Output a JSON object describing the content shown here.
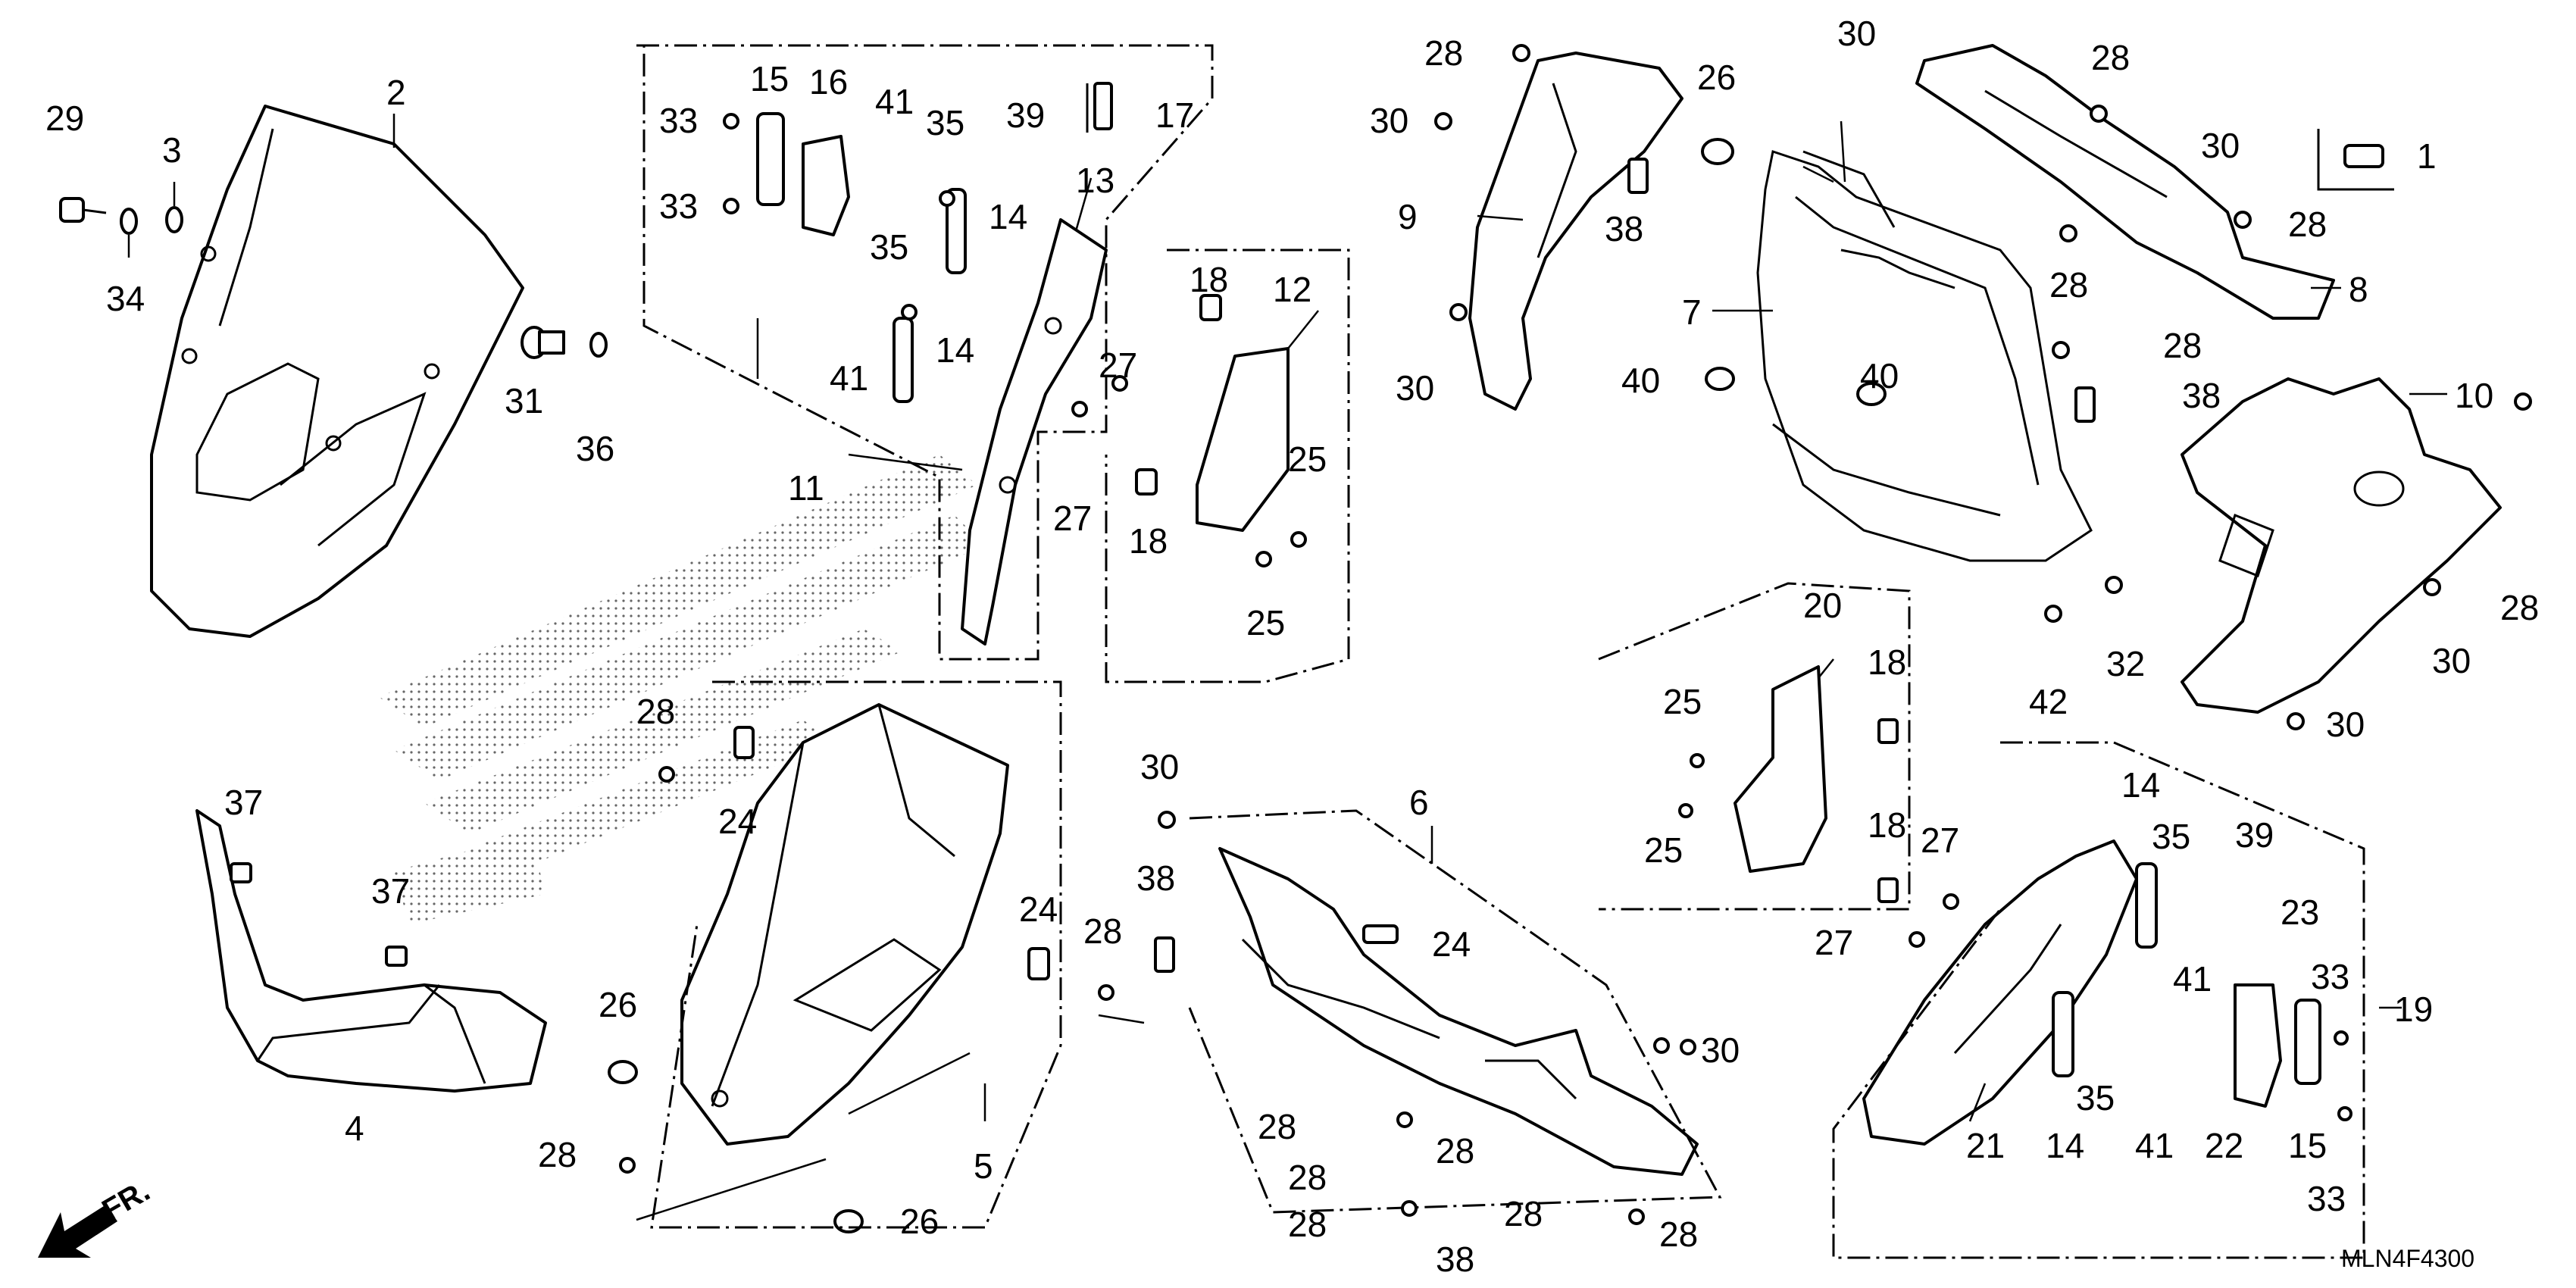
{
  "diagram": {
    "type": "exploded-parts-diagram",
    "reference_code": "MLN4F4300",
    "direction_label": "FR.",
    "callouts": [
      {
        "id": "c1",
        "text": "1"
      },
      {
        "id": "c2",
        "text": "2"
      },
      {
        "id": "c3",
        "text": "3"
      },
      {
        "id": "c4",
        "text": "4"
      },
      {
        "id": "c5",
        "text": "5"
      },
      {
        "id": "c6",
        "text": "6"
      },
      {
        "id": "c7",
        "text": "7"
      },
      {
        "id": "c8",
        "text": "8"
      },
      {
        "id": "c9",
        "text": "9"
      },
      {
        "id": "c10",
        "text": "10"
      },
      {
        "id": "c11",
        "text": "11"
      },
      {
        "id": "c12",
        "text": "12"
      },
      {
        "id": "c13",
        "text": "13"
      },
      {
        "id": "c14a",
        "text": "14"
      },
      {
        "id": "c14b",
        "text": "14"
      },
      {
        "id": "c14c",
        "text": "14"
      },
      {
        "id": "c14d",
        "text": "14"
      },
      {
        "id": "c15a",
        "text": "15"
      },
      {
        "id": "c15b",
        "text": "15"
      },
      {
        "id": "c16",
        "text": "16"
      },
      {
        "id": "c17",
        "text": "17"
      },
      {
        "id": "c18a",
        "text": "18"
      },
      {
        "id": "c18b",
        "text": "18"
      },
      {
        "id": "c18c",
        "text": "18"
      },
      {
        "id": "c18d",
        "text": "18"
      },
      {
        "id": "c19",
        "text": "19"
      },
      {
        "id": "c20",
        "text": "20"
      },
      {
        "id": "c21",
        "text": "21"
      },
      {
        "id": "c22",
        "text": "22"
      },
      {
        "id": "c23",
        "text": "23"
      },
      {
        "id": "c24a",
        "text": "24"
      },
      {
        "id": "c24b",
        "text": "24"
      },
      {
        "id": "c24c",
        "text": "24"
      },
      {
        "id": "c25a",
        "text": "25"
      },
      {
        "id": "c25b",
        "text": "25"
      },
      {
        "id": "c25c",
        "text": "25"
      },
      {
        "id": "c25d",
        "text": "25"
      },
      {
        "id": "c26a",
        "text": "26"
      },
      {
        "id": "c26b",
        "text": "26"
      },
      {
        "id": "c26c",
        "text": "26"
      },
      {
        "id": "c27a",
        "text": "27"
      },
      {
        "id": "c27b",
        "text": "27"
      },
      {
        "id": "c27c",
        "text": "27"
      },
      {
        "id": "c27d",
        "text": "27"
      },
      {
        "id": "c28a",
        "text": "28"
      },
      {
        "id": "c28b",
        "text": "28"
      },
      {
        "id": "c28c",
        "text": "28"
      },
      {
        "id": "c28d",
        "text": "28"
      },
      {
        "id": "c28e",
        "text": "28"
      },
      {
        "id": "c28f",
        "text": "28"
      },
      {
        "id": "c28g",
        "text": "28"
      },
      {
        "id": "c28h",
        "text": "28"
      },
      {
        "id": "c28i",
        "text": "28"
      },
      {
        "id": "c28j",
        "text": "28"
      },
      {
        "id": "c28k",
        "text": "28"
      },
      {
        "id": "c28l",
        "text": "28"
      },
      {
        "id": "c28m",
        "text": "28"
      },
      {
        "id": "c28n",
        "text": "28"
      },
      {
        "id": "c28o",
        "text": "28"
      },
      {
        "id": "c29",
        "text": "29"
      },
      {
        "id": "c30a",
        "text": "30"
      },
      {
        "id": "c30b",
        "text": "30"
      },
      {
        "id": "c30c",
        "text": "30"
      },
      {
        "id": "c30d",
        "text": "30"
      },
      {
        "id": "c30e",
        "text": "30"
      },
      {
        "id": "c30f",
        "text": "30"
      },
      {
        "id": "c30g",
        "text": "30"
      },
      {
        "id": "c31",
        "text": "31"
      },
      {
        "id": "c32",
        "text": "32"
      },
      {
        "id": "c33a",
        "text": "33"
      },
      {
        "id": "c33b",
        "text": "33"
      },
      {
        "id": "c33c",
        "text": "33"
      },
      {
        "id": "c33d",
        "text": "33"
      },
      {
        "id": "c34",
        "text": "34"
      },
      {
        "id": "c35a",
        "text": "35"
      },
      {
        "id": "c35b",
        "text": "35"
      },
      {
        "id": "c35c",
        "text": "35"
      },
      {
        "id": "c35d",
        "text": "35"
      },
      {
        "id": "c36",
        "text": "36"
      },
      {
        "id": "c37a",
        "text": "37"
      },
      {
        "id": "c37b",
        "text": "37"
      },
      {
        "id": "c38a",
        "text": "38"
      },
      {
        "id": "c38b",
        "text": "38"
      },
      {
        "id": "c38c",
        "text": "38"
      },
      {
        "id": "c38d",
        "text": "38"
      },
      {
        "id": "c39a",
        "text": "39"
      },
      {
        "id": "c39b",
        "text": "39"
      },
      {
        "id": "c40a",
        "text": "40"
      },
      {
        "id": "c40b",
        "text": "40"
      },
      {
        "id": "c41a",
        "text": "41"
      },
      {
        "id": "c41b",
        "text": "41"
      },
      {
        "id": "c41c",
        "text": "41"
      },
      {
        "id": "c41d",
        "text": "41"
      },
      {
        "id": "c42",
        "text": "42"
      }
    ]
  }
}
